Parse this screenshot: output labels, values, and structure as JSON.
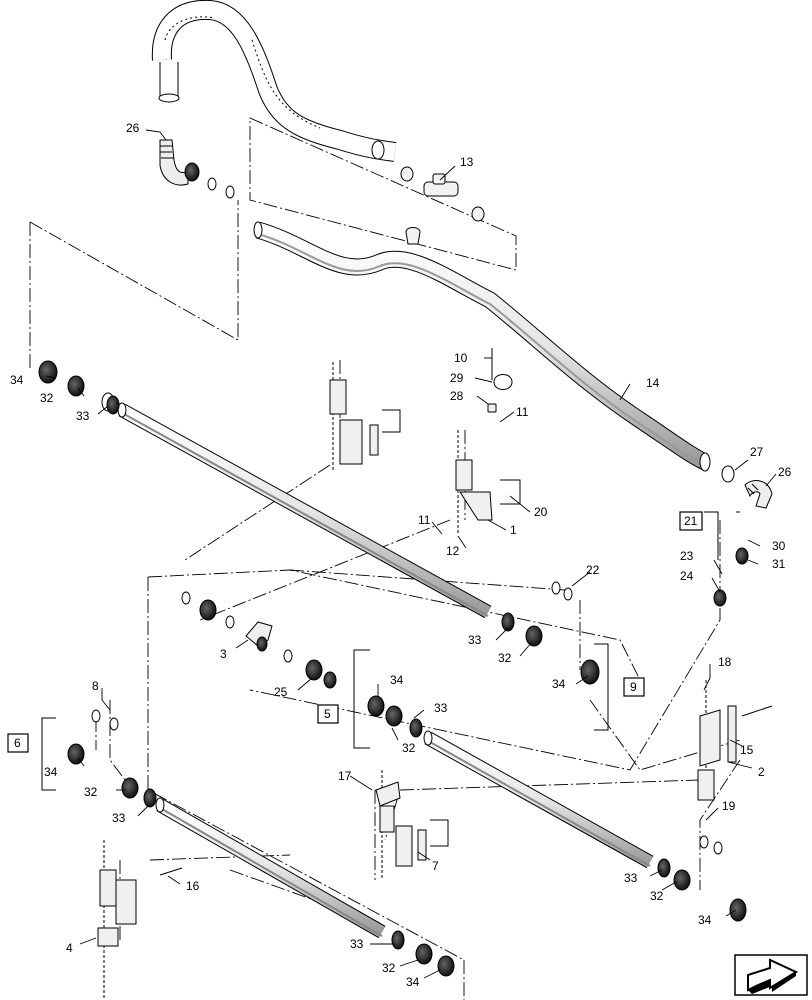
{
  "callouts": {
    "c1": "1",
    "c2": "2",
    "c3": "3",
    "c4": "4",
    "c7": "7",
    "c8": "8",
    "c10": "10",
    "c11a": "11",
    "c11b": "11",
    "c12": "12",
    "c13": "13",
    "c14": "14",
    "c15": "15",
    "c16": "16",
    "c17": "17",
    "c18": "18",
    "c19": "19",
    "c20": "20",
    "c22": "22",
    "c23": "23",
    "c24": "24",
    "c25": "25",
    "c26a": "26",
    "c26b": "26",
    "c27": "27",
    "c28": "28",
    "c29": "29",
    "c30": "30",
    "c31": "31",
    "c32a": "32",
    "c32b": "32",
    "c32c": "32",
    "c32d": "32",
    "c32e": "32",
    "c32f": "32",
    "c33a": "33",
    "c33b": "33",
    "c33c": "33",
    "c33d": "33",
    "c33e": "33",
    "c33f": "33",
    "c34a": "34",
    "c34b": "34",
    "c34c": "34",
    "c34d": "34",
    "c34e": "34",
    "c34f": "34"
  },
  "kits": {
    "k5": "5",
    "k6": "6",
    "k9": "9",
    "k21": "21"
  },
  "nav_icon": "next-page-arrow-icon"
}
